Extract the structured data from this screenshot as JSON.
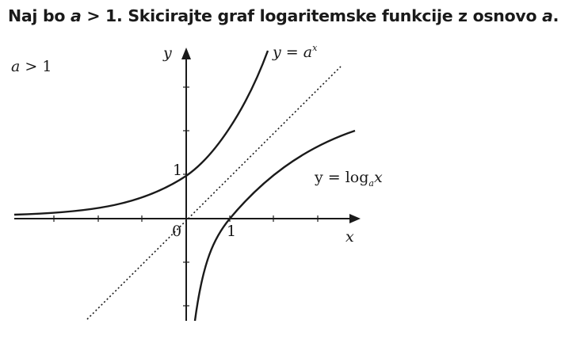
{
  "title": {
    "prefix": "Naj bo ",
    "var1": "a",
    "middle": " > 1. Skicirajte graf logaritemske funkcije z osnovo ",
    "var2": "a",
    "suffix": "."
  },
  "condition": {
    "var": "a",
    "rest": " > 1"
  },
  "axes": {
    "x_label": "x",
    "y_label": "y",
    "origin_label": "0",
    "tick_one_x": "1",
    "tick_one_y": "1"
  },
  "curves": {
    "exp_label": {
      "lhs": "y = ",
      "base": "a",
      "exp": "x"
    },
    "log_label": {
      "lhs": "y = log",
      "sub": "a",
      "arg": "x"
    },
    "mirror_line_style": "dotted"
  }
}
